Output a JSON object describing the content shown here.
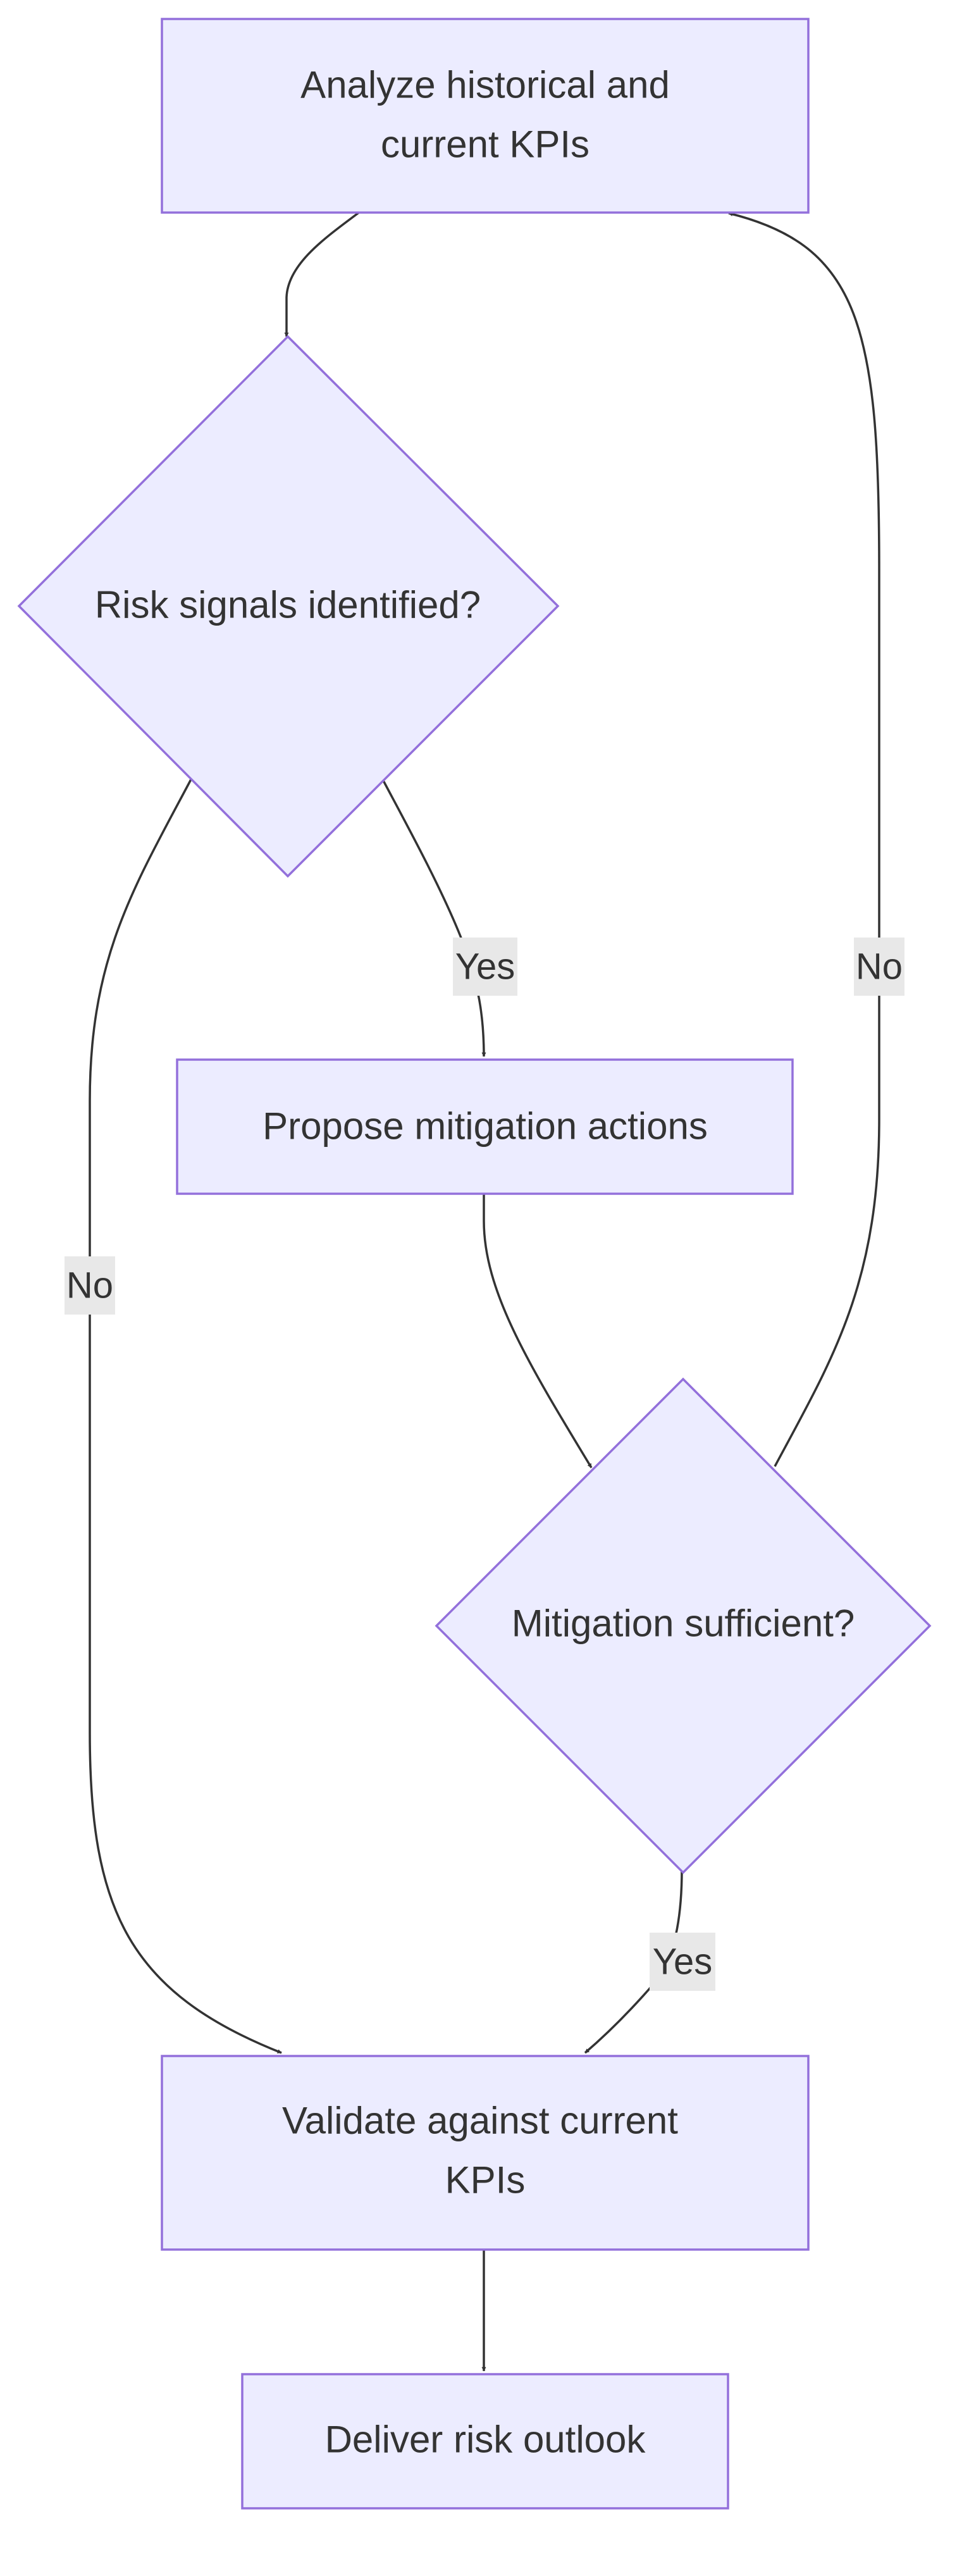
{
  "colors": {
    "node_fill": "#ECECFF",
    "node_stroke": "#9370DB",
    "edge": "#333333",
    "text": "#333333",
    "edge_label_bg": "#E8E8E8"
  },
  "nodes": {
    "analyze_kpis": {
      "shape": "rect",
      "lines": [
        "Analyze historical and",
        "current KPIs"
      ]
    },
    "risk_signals": {
      "shape": "diamond",
      "lines": [
        "Risk signals identified?"
      ]
    },
    "propose_mitigation": {
      "shape": "rect",
      "lines": [
        "Propose mitigation actions"
      ]
    },
    "mitigation_sufficient": {
      "shape": "diamond",
      "lines": [
        "Mitigation sufficient?"
      ]
    },
    "validate_kpis": {
      "shape": "rect",
      "lines": [
        "Validate against current",
        "KPIs"
      ]
    },
    "deliver_outlook": {
      "shape": "rect",
      "lines": [
        "Deliver risk outlook"
      ]
    }
  },
  "edges": [
    {
      "id": "e1",
      "from": "analyze_kpis",
      "to": "risk_signals",
      "label": ""
    },
    {
      "id": "e2",
      "from": "risk_signals",
      "to": "propose_mitigation",
      "label": "Yes"
    },
    {
      "id": "e3",
      "from": "risk_signals",
      "to": "validate_kpis",
      "label": "No"
    },
    {
      "id": "e4",
      "from": "propose_mitigation",
      "to": "mitigation_sufficient",
      "label": ""
    },
    {
      "id": "e5",
      "from": "mitigation_sufficient",
      "to": "validate_kpis",
      "label": "Yes"
    },
    {
      "id": "e6",
      "from": "mitigation_sufficient",
      "to": "analyze_kpis",
      "label": "No"
    },
    {
      "id": "e7",
      "from": "validate_kpis",
      "to": "deliver_outlook",
      "label": ""
    }
  ]
}
